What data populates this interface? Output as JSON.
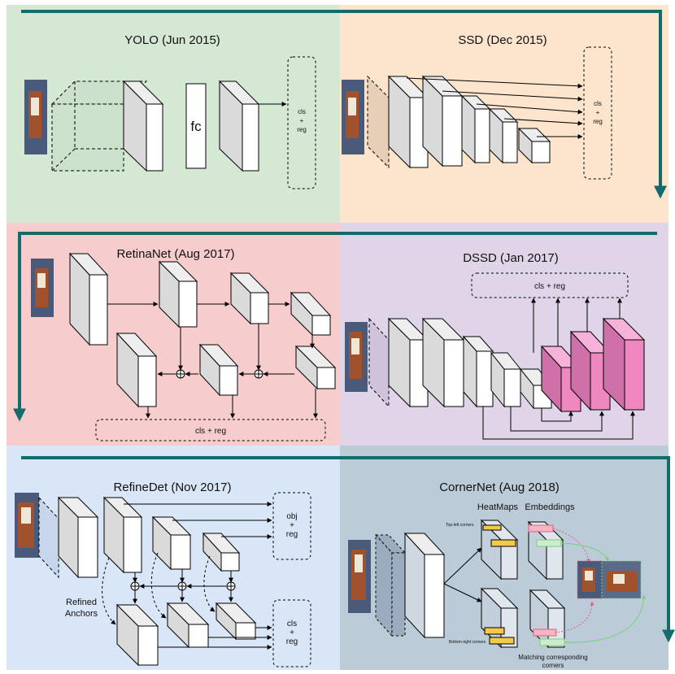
{
  "panels": {
    "yolo": {
      "title": "YOLO (Jun 2015)",
      "head": [
        "cls",
        "+",
        "reg"
      ],
      "fc_label": "fc"
    },
    "ssd": {
      "title": "SSD (Dec 2015)",
      "head": [
        "cls",
        "+",
        "reg"
      ]
    },
    "retinanet": {
      "title": "RetinaNet (Aug 2017)",
      "head": "cls + reg"
    },
    "dssd": {
      "title": "DSSD (Jan 2017)",
      "head": "cls + reg"
    },
    "refinedet": {
      "title": "RefineDet (Nov 2017)",
      "head_top": [
        "obj",
        "+",
        "reg"
      ],
      "head_bottom": [
        "cls",
        "+",
        "reg"
      ],
      "anchors_label": [
        "Refined",
        "Anchors"
      ]
    },
    "cornernet": {
      "title": "CornerNet (Aug 2018)",
      "heatmaps": "HeatMaps",
      "embeddings": "Embeddings",
      "top_left": "Top-left corners",
      "bottom_right": "Bottom-right corners",
      "matching": [
        "Matching corresponding",
        "corners"
      ]
    }
  },
  "colors": {
    "yolo_bg": "#d5e8d4",
    "ssd_bg": "#fde4cc",
    "retinanet_bg": "#f7cccc",
    "dssd_bg": "#e0d5e8",
    "refinedet_bg": "#d8e6f8",
    "cornernet_bg": "#bccbd8",
    "flow_arrow": "#146b6b",
    "layer_face": "#ffffff",
    "layer_side": "#dadada",
    "deconv_pink": "#ef88c0",
    "heatmap_yellow": "#f2c94c",
    "embed_pink": "#f4b6c2",
    "embed_green": "#cdeccd"
  }
}
